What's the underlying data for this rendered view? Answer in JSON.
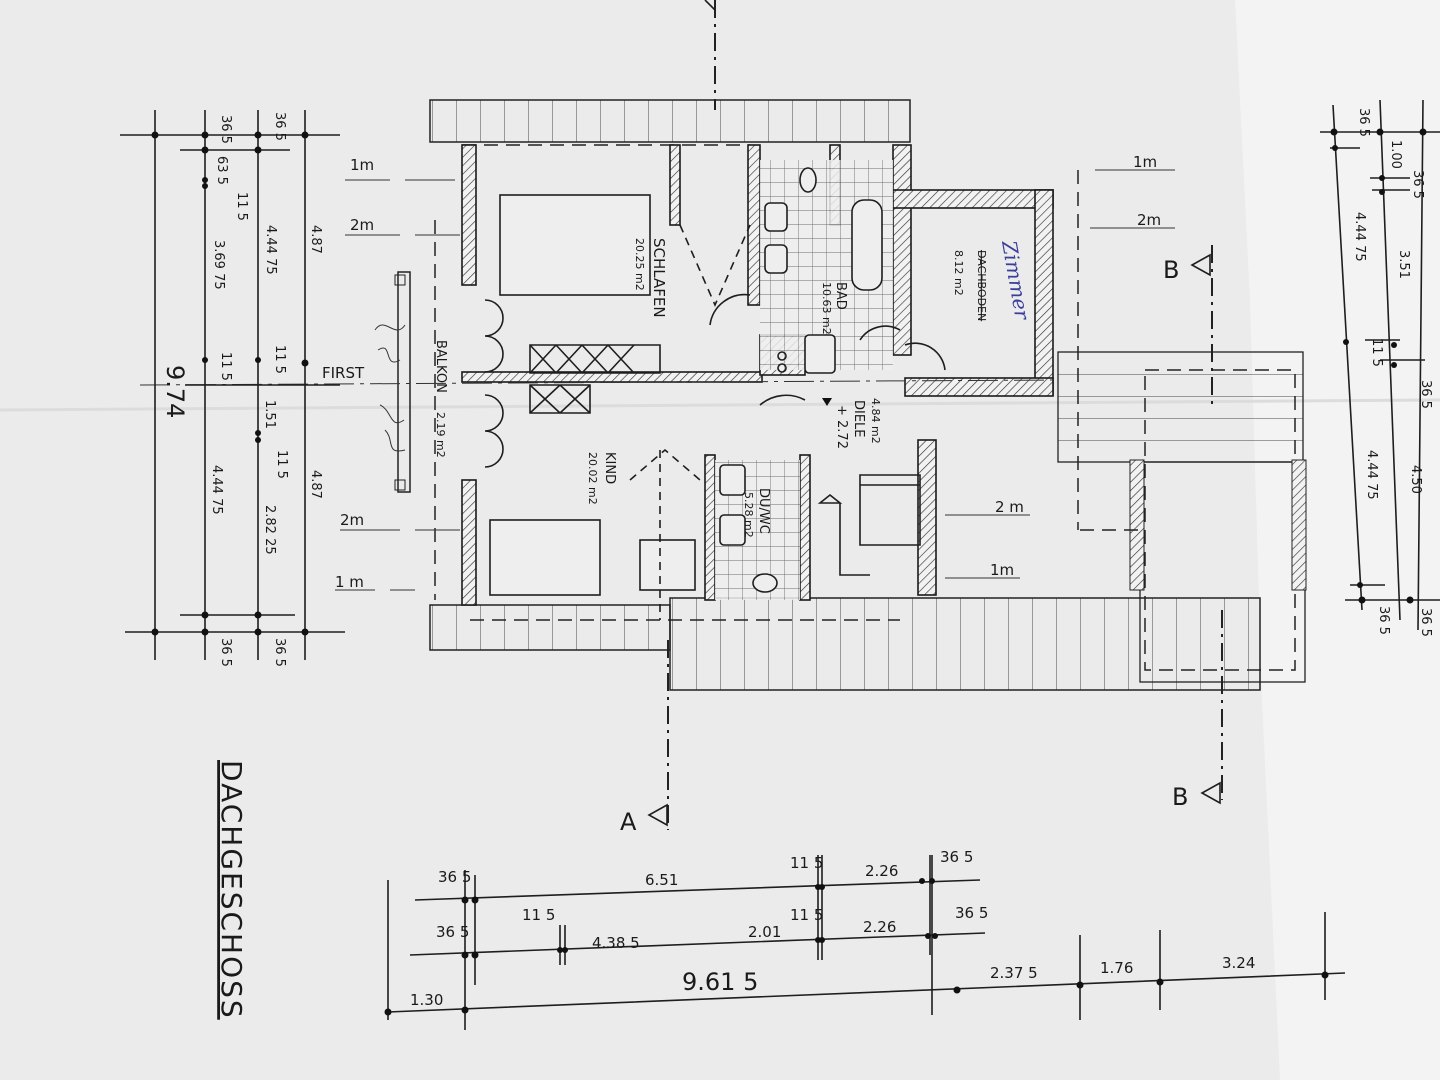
{
  "title": "DACHGESCHOSS",
  "rooms": {
    "schlafen": {
      "name": "SCHLAFEN",
      "area": "20.25 m2"
    },
    "kind": {
      "name": "KIND",
      "area": "20.02 m2"
    },
    "bad": {
      "name": "BAD",
      "area": "10.63 m2"
    },
    "zimmer": {
      "name_handwritten": "Zimmer",
      "name_struck": "DACHBODEN",
      "area": "8.12 m2"
    },
    "diele": {
      "name": "DIELE",
      "area": "4.84 m2",
      "level": "+ 2.72"
    },
    "duwc": {
      "name": "DU/WC",
      "area": "5.28 m2"
    },
    "balkon": {
      "name": "BALKON",
      "area": "2.19 m2"
    }
  },
  "labels": {
    "first": "FIRST",
    "section_a": "A",
    "section_b": "B",
    "height_1m": "1m",
    "height_2m": "2m",
    "height_2m_alt": "2 m",
    "height_1m_alt": "1 m"
  },
  "dims_left": {
    "total": "9.74",
    "outer": [
      "4.87",
      "4.87"
    ],
    "mid": [
      "36 5",
      "4.44 75",
      "11 5",
      "1.51",
      "11 5",
      "2.82 25",
      "36 5"
    ],
    "inner": [
      "36 5",
      "63 5",
      "11 5",
      "3.69 75",
      "11 5",
      "4.44 75",
      "36 5"
    ]
  },
  "dims_right": {
    "outer": [
      "4.50",
      "36 5"
    ],
    "mid": [
      "1.00",
      "36 5",
      "3.51",
      "36 5"
    ],
    "inner": [
      "36 5",
      "4.44 75",
      "11 5",
      "4.44 75",
      "36 5"
    ]
  },
  "dims_bottom": {
    "row1": [
      "36 5",
      "6.51",
      "11 5",
      "2.26",
      "36 5"
    ],
    "row2": [
      "36 5",
      "4.38 5",
      "11 5",
      "2.01",
      "11 5",
      "2.26",
      "36 5"
    ],
    "row3": [
      "1.30",
      "9.61 5",
      "2.37 5",
      "1.76",
      "3.24"
    ]
  }
}
